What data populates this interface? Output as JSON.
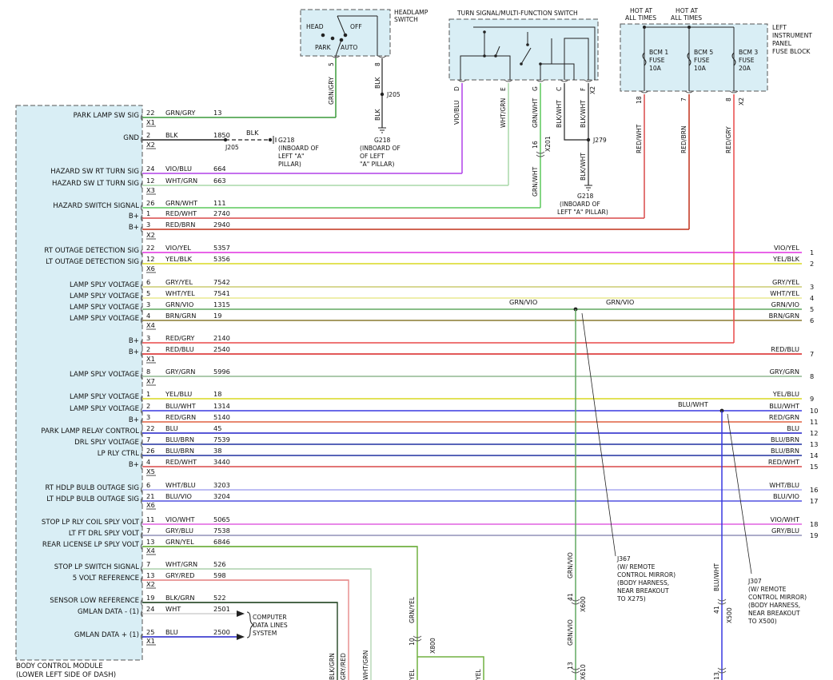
{
  "module": {
    "name": "BODY CONTROL MODULE",
    "location": "(LOWER LEFT SIDE OF DASH)"
  },
  "components": {
    "headlamp_switch": {
      "title": [
        "HEADLAMP",
        "SWITCH"
      ],
      "positions": [
        "HEAD",
        "OFF",
        "PARK",
        "AUTO"
      ],
      "pins": [
        "5",
        "8"
      ]
    },
    "turn_switch": {
      "title": "TURN SIGNAL/MULTI-FUNCTION SWITCH",
      "pins": [
        "D",
        "E",
        "G",
        "C",
        "F",
        "X2"
      ]
    },
    "fuse_block": {
      "title": [
        "LEFT",
        "INSTRUMENT",
        "PANEL",
        "FUSE BLOCK"
      ],
      "hot": [
        "HOT AT",
        "ALL TIMES"
      ],
      "fuses": [
        {
          "name": "BCM 1",
          "type": "FUSE",
          "amp": "10A",
          "pin": "18",
          "wire": "RED/WHT"
        },
        {
          "name": "BCM 5",
          "type": "FUSE",
          "amp": "10A",
          "pin": "7",
          "wire": "RED/BRN"
        },
        {
          "name": "BCM 3",
          "type": "FUSE",
          "amp": "20A",
          "pin": "8",
          "wire": "RED/GRY"
        }
      ],
      "connector": "X2"
    },
    "computer_data": [
      "COMPUTER",
      "DATA LINES",
      "SYSTEM"
    ]
  },
  "grounds": [
    {
      "label": "G218",
      "note": [
        "(INBOARD OF",
        "LEFT \"A\"",
        "PILLAR)"
      ]
    },
    {
      "label": "G218",
      "note": [
        "(INBOARD OF",
        "OF LEFT",
        "\"A\" PILLAR)"
      ]
    },
    {
      "label": "G218",
      "note": [
        "(INBOARD OF",
        "LEFT \"A\" PILLAR)"
      ]
    }
  ],
  "splices": {
    "j205": "J205",
    "j279": "J279",
    "j367": [
      "J367",
      "(W/ REMOTE",
      "CONTROL MIRROR)",
      "(BODY HARNESS,",
      "NEAR BREAKOUT",
      "TO X275)"
    ],
    "j307": [
      "J307",
      "(W/ REMOTE",
      "CONTROL MIRROR)",
      "(BODY HARNESS,",
      "NEAR BREAKOUT",
      "TO X500)"
    ]
  },
  "vertical_labels": {
    "hs_pin5_wire": "GRN/GRY",
    "hs_pin8_wire": "BLK",
    "hs_ground_wire": "BLK",
    "ts_d": "VIO/BLU",
    "ts_e": "WHT/GRN",
    "ts_g": "GRN/WHT",
    "ts_c": "BLK/WHT",
    "ts_f": "BLK/WHT",
    "ts_g_lower": "GRN/WHT",
    "ts_g_pin": "16",
    "ts_g_conn": "X201",
    "j279_wire": "BLK/WHT",
    "j367_up": "GRN/VIO",
    "j367_pin": "41",
    "j367_conn": "X600",
    "j367_low": "GRN/VIO",
    "j367_low_pin": "13",
    "j367_low_conn": "X610",
    "j307_up": "BLU/WHT",
    "j307_pin": "41",
    "j307_conn": "X500",
    "j307_low_pin": "13",
    "grn_yel": "GRN/YEL",
    "grn_yel_pin": "10",
    "grn_yel_conn": "X800",
    "yel_bottom": "YEL",
    "bottom_1": "BLK/GRN",
    "bottom_2": "GRY/RED",
    "bottom_3": "WHT/GRN"
  },
  "signals": [
    "PARK LAMP SW SIG",
    "GND",
    "HAZARD SW RT TURN SIG",
    "HAZARD SW LT TURN SIG",
    "HAZARD SWITCH SIGNAL",
    "B+",
    "B+",
    "RT OUTAGE DETECTION SIG",
    "LT OUTAGE DETECTION SIG",
    "LAMP SPLY VOLTAGE",
    "LAMP SPLY VOLTAGE",
    "LAMP SPLY VOLTAGE",
    "LAMP SPLY VOLTAGE",
    "B+",
    "B+",
    "LAMP SPLY VOLTAGE",
    "LAMP SPLY VOLTAGE",
    "LAMP SPLY VOLTAGE",
    "B+",
    "PARK LAMP RELAY CONTROL",
    "DRL SPLY VOLTAGE",
    "LP RLY CTRL",
    "B+",
    "RT HDLP BULB OUTAGE SIG",
    "LT HDLP BULB OUTAGE SIG",
    "STOP LP RLY COIL SPLY VOLT",
    "LT FT DRL SPLY VOLT",
    "REAR LICENSE LP SPLY VOLT",
    "STOP LP SWITCH SIGNAL",
    "5 VOLT REFERENCE",
    "SENSOR LOW REFERENCE",
    "GMLAN DATA - (1)",
    "GMLAN DATA + (1)"
  ],
  "rows": [
    {
      "pin": "22",
      "color": "GRN/GRY",
      "circuit": "13",
      "right": "",
      "num": "",
      "hex": "#3a9a3a"
    },
    {
      "pin": "2",
      "color": "BLK",
      "circuit": "1850",
      "right": "",
      "num": "",
      "hex": "#222222"
    },
    {
      "pin": "24",
      "color": "VIO/BLU",
      "circuit": "664",
      "right": "",
      "num": "",
      "hex": "#b040e8"
    },
    {
      "pin": "12",
      "color": "WHT/GRN",
      "circuit": "663",
      "right": "",
      "num": "",
      "hex": "#a8d8a8"
    },
    {
      "pin": "26",
      "color": "GRN/WHT",
      "circuit": "111",
      "right": "",
      "num": "",
      "hex": "#5cc85c"
    },
    {
      "pin": "1",
      "color": "RED/WHT",
      "circuit": "2740",
      "right": "",
      "num": "",
      "hex": "#d84848"
    },
    {
      "pin": "3",
      "color": "RED/BRN",
      "circuit": "2940",
      "right": "",
      "num": "",
      "hex": "#c0301a"
    },
    {
      "pin": "22",
      "color": "VIO/YEL",
      "circuit": "5357",
      "right": "VIO/YEL",
      "num": "1",
      "hex": "#e030e0"
    },
    {
      "pin": "12",
      "color": "YEL/BLK",
      "circuit": "5356",
      "right": "YEL/BLK",
      "num": "2",
      "hex": "#d8d820"
    },
    {
      "pin": "6",
      "color": "GRY/YEL",
      "circuit": "7542",
      "right": "GRY/YEL",
      "num": "3",
      "hex": "#cccc70"
    },
    {
      "pin": "5",
      "color": "WHT/YEL",
      "circuit": "7541",
      "right": "WHT/YEL",
      "num": "4",
      "hex": "#e8e890"
    },
    {
      "pin": "3",
      "color": "GRN/VIO",
      "circuit": "1315",
      "right": "GRN/VIO",
      "num": "5",
      "hex": "#60a860"
    },
    {
      "pin": "4",
      "color": "BRN/GRN",
      "circuit": "19",
      "right": "BRN/GRN",
      "num": "6",
      "hex": "#8a7a30"
    },
    {
      "pin": "3",
      "color": "RED/GRY",
      "circuit": "2140",
      "right": "",
      "num": "",
      "hex": "#e84848"
    },
    {
      "pin": "2",
      "color": "RED/BLU",
      "circuit": "2540",
      "right": "RED/BLU",
      "num": "7",
      "hex": "#d82020"
    },
    {
      "pin": "8",
      "color": "GRY/GRN",
      "circuit": "5996",
      "right": "GRY/GRN",
      "num": "8",
      "hex": "#90b890"
    },
    {
      "pin": "1",
      "color": "YEL/BLU",
      "circuit": "18",
      "right": "YEL/BLU",
      "num": "9",
      "hex": "#d8d820"
    },
    {
      "pin": "2",
      "color": "BLU/WHT",
      "circuit": "1314",
      "right": "BLU/WHT",
      "num": "10",
      "hex": "#3838e0"
    },
    {
      "pin": "3",
      "color": "RED/GRN",
      "circuit": "5140",
      "right": "RED/GRN",
      "num": "11",
      "hex": "#e06040"
    },
    {
      "pin": "22",
      "color": "BLU",
      "circuit": "45",
      "right": "BLU",
      "num": "12",
      "hex": "#2020c8"
    },
    {
      "pin": "7",
      "color": "BLU/BRN",
      "circuit": "7539",
      "right": "BLU/BRN",
      "num": "13",
      "hex": "#2030a0"
    },
    {
      "pin": "26",
      "color": "BLU/BRN",
      "circuit": "38",
      "right": "BLU/BRN",
      "num": "14",
      "hex": "#2030a0"
    },
    {
      "pin": "4",
      "color": "RED/WHT",
      "circuit": "3440",
      "right": "RED/WHT",
      "num": "15",
      "hex": "#d84848"
    },
    {
      "pin": "6",
      "color": "WHT/BLU",
      "circuit": "3203",
      "right": "WHT/BLU",
      "num": "16",
      "hex": "#a8a8f0"
    },
    {
      "pin": "21",
      "color": "BLU/VIO",
      "circuit": "3204",
      "right": "BLU/VIO",
      "num": "17",
      "hex": "#5050e0"
    },
    {
      "pin": "11",
      "color": "VIO/WHT",
      "circuit": "5065",
      "right": "VIO/WHT",
      "num": "18",
      "hex": "#e060e0"
    },
    {
      "pin": "7",
      "color": "GRY/BLU",
      "circuit": "7538",
      "right": "GRY/BLU",
      "num": "19",
      "hex": "#9090b8"
    },
    {
      "pin": "13",
      "color": "GRN/YEL",
      "circuit": "6846",
      "right": "",
      "num": "",
      "hex": "#70b040"
    },
    {
      "pin": "7",
      "color": "WHT/GRN",
      "circuit": "526",
      "right": "",
      "num": "",
      "hex": "#b8d8b8"
    },
    {
      "pin": "13",
      "color": "GRY/RED",
      "circuit": "598",
      "right": "",
      "num": "",
      "hex": "#e89090"
    },
    {
      "pin": "19",
      "color": "BLK/GRN",
      "circuit": "522",
      "right": "",
      "num": "",
      "hex": "#305030"
    },
    {
      "pin": "24",
      "color": "WHT",
      "circuit": "2501",
      "right": "",
      "num": "",
      "hex": "#d0d0d0"
    },
    {
      "pin": "25",
      "color": "BLU",
      "circuit": "2500",
      "right": "",
      "num": "",
      "hex": "#2020c8"
    }
  ],
  "connectors": [
    "X1",
    "X2",
    "X3",
    "X2",
    "X6",
    "X4",
    "X1",
    "X7",
    "X5",
    "X6",
    "X4",
    "X2",
    "X1"
  ],
  "j205_branch": {
    "wire": "BLK",
    "label": "J205"
  }
}
